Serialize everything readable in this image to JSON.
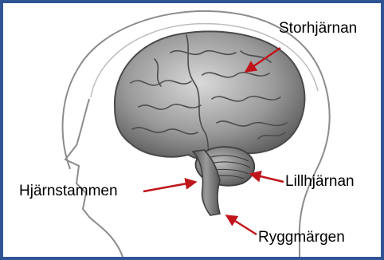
{
  "labels": {
    "cerebrum": "Storhjärnan",
    "cerebellum": "Lillhjärnan",
    "brainstem": "Hjärnstammen",
    "spinal_cord": "Ryggmärgen"
  },
  "colors": {
    "border": "#2f5596",
    "arrow": "#c0151b",
    "brain_fill": "#9a9a9a",
    "head_outline": "#8c8c8c"
  }
}
